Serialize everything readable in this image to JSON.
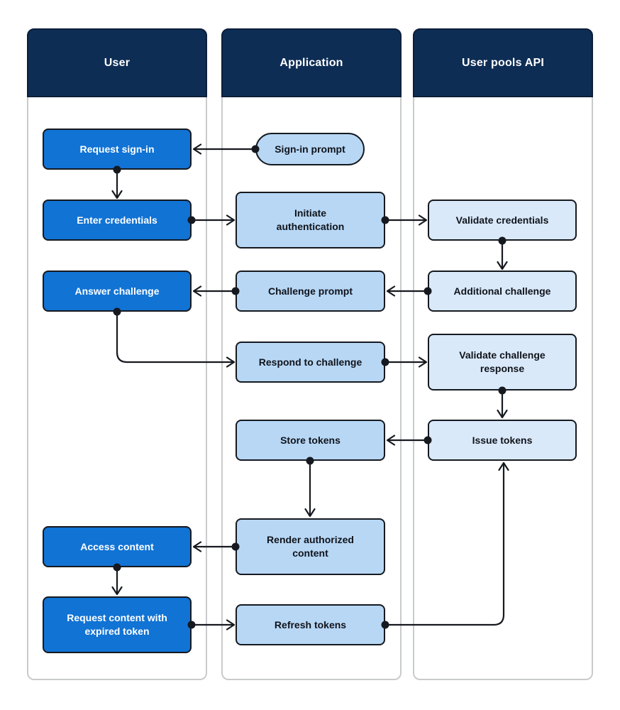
{
  "colors": {
    "page_bg": "#ffffff",
    "header_bg": "#0e2d55",
    "header_text": "#ffffff",
    "primary_node_bg": "#1173d4",
    "primary_node_text": "#ffffff",
    "app_node_bg": "#b7d7f5",
    "api_node_bg": "#d9e9fa",
    "node_border": "#16191f",
    "node_text_dark": "#10131a",
    "lane_border": "#c9cacb",
    "arrow": "#16191f"
  },
  "lanes": [
    {
      "title": "User",
      "boxes": [
        {
          "label": "Request sign-in"
        },
        {
          "label": "Enter credentials"
        },
        {
          "label": "Answer challenge"
        },
        {
          "label": "Access content"
        },
        {
          "label": "Request content with expired token"
        }
      ]
    },
    {
      "title": "Application",
      "boxes": [
        {
          "label": "Sign-in prompt",
          "shape": "stadium"
        },
        {
          "label": "Initiate authentication"
        },
        {
          "label": "Challenge prompt"
        },
        {
          "label": "Respond to challenge"
        },
        {
          "label": "Store tokens"
        },
        {
          "label": "Render authorized content"
        },
        {
          "label": "Refresh tokens"
        }
      ]
    },
    {
      "title": "User pools API",
      "boxes": [
        {
          "label": "Validate credentials"
        },
        {
          "label": "Additional challenge"
        },
        {
          "label": "Validate challenge response"
        },
        {
          "label": "Issue tokens"
        }
      ]
    }
  ],
  "edges": [
    {
      "from": "Sign-in prompt",
      "to": "Request sign-in"
    },
    {
      "from": "Request sign-in",
      "to": "Enter credentials"
    },
    {
      "from": "Enter credentials",
      "to": "Initiate authentication"
    },
    {
      "from": "Initiate authentication",
      "to": "Validate credentials"
    },
    {
      "from": "Validate credentials",
      "to": "Additional challenge"
    },
    {
      "from": "Additional challenge",
      "to": "Challenge prompt"
    },
    {
      "from": "Challenge prompt",
      "to": "Answer challenge"
    },
    {
      "from": "Answer challenge",
      "to": "Respond to challenge"
    },
    {
      "from": "Respond to challenge",
      "to": "Validate challenge response"
    },
    {
      "from": "Validate challenge response",
      "to": "Issue tokens"
    },
    {
      "from": "Issue tokens",
      "to": "Store tokens"
    },
    {
      "from": "Store tokens",
      "to": "Render authorized content"
    },
    {
      "from": "Render authorized content",
      "to": "Access content"
    },
    {
      "from": "Access content",
      "to": "Request content with expired token"
    },
    {
      "from": "Request content with expired token",
      "to": "Refresh tokens"
    },
    {
      "from": "Refresh tokens",
      "to": "Issue tokens"
    }
  ]
}
